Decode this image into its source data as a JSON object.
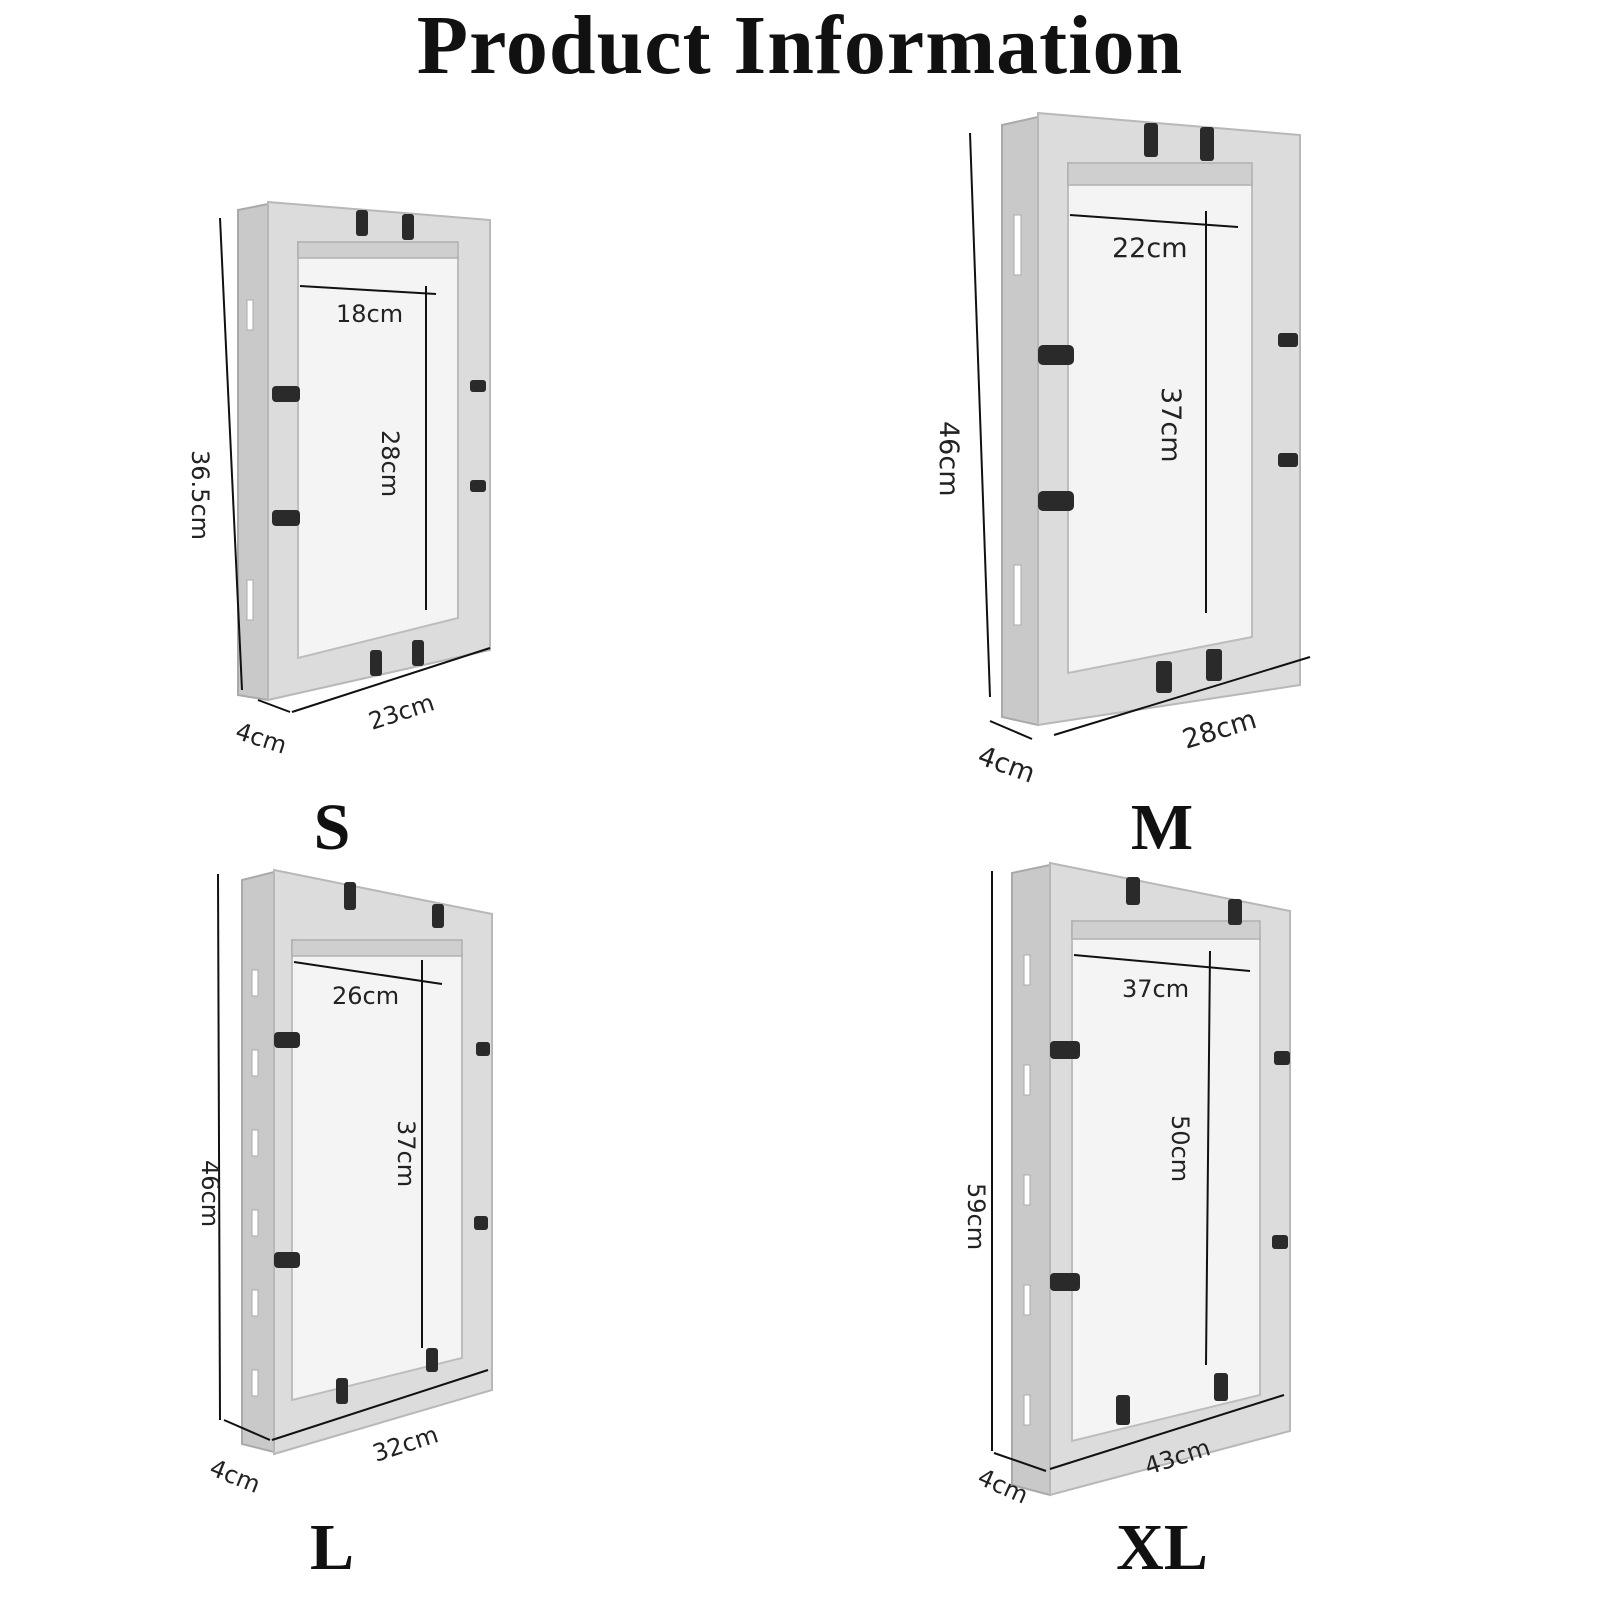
{
  "title": "Product Information",
  "sizes": [
    {
      "label": "S",
      "inner_width": "18cm",
      "inner_height": "28cm",
      "outer_height": "36.5cm",
      "outer_width": "23cm",
      "depth": "4cm"
    },
    {
      "label": "M",
      "inner_width": "22cm",
      "inner_height": "37cm",
      "outer_height": "46cm",
      "outer_width": "28cm",
      "depth": "4cm"
    },
    {
      "label": "L",
      "inner_width": "26cm",
      "inner_height": "37cm",
      "outer_height": "46cm",
      "outer_width": "32cm",
      "depth": "4cm"
    },
    {
      "label": "XL",
      "inner_width": "37cm",
      "inner_height": "50cm",
      "outer_height": "59cm",
      "outer_width": "43cm",
      "depth": "4cm"
    }
  ],
  "colors": {
    "frame": "#dcdcdc",
    "clip": "#2a2a2a",
    "text": "#111111"
  }
}
